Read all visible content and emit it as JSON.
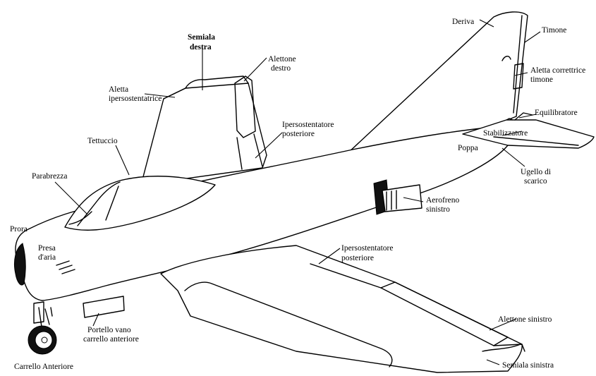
{
  "labels": {
    "semiala_destra_1": "Semiala",
    "semiala_destra_2": "destra",
    "alettone_destro_1": "Alettone",
    "alettone_destro_2": "destro",
    "aletta_iper_1": "Aletta",
    "aletta_iper_2": "ipersostentatrice",
    "tettuccio": "Tettuccio",
    "ipersost_post_dx_1": "Ipersostentatore",
    "ipersost_post_dx_2": "posteriore",
    "parabrezza": "Parabrezza",
    "prora": "Prora",
    "presa_aria_1": "Presa",
    "presa_aria_2": "d'aria",
    "deriva": "Deriva",
    "timone": "Timone",
    "aletta_corr_1": "Aletta correttrice",
    "aletta_corr_2": "timone",
    "equilibratore": "Equilibratore",
    "stabilizzatore": "Stabilizzatore",
    "poppa": "Poppa",
    "ugello_1": "Ugello di",
    "ugello_2": "scarico",
    "aerofreno_1": "Aerofreno",
    "aerofreno_2": "sinistro",
    "ipersost_post_sx_1": "Ipersostentatore",
    "ipersost_post_sx_2": "posteriore",
    "alettone_sinistro": "Alettone  sinistro",
    "semiala_sinistra": "Semiala sinistra",
    "portello_1": "Portello vano",
    "portello_2": "carrello anteriore",
    "carrello_anteriore": "Carrello Anteriore"
  }
}
